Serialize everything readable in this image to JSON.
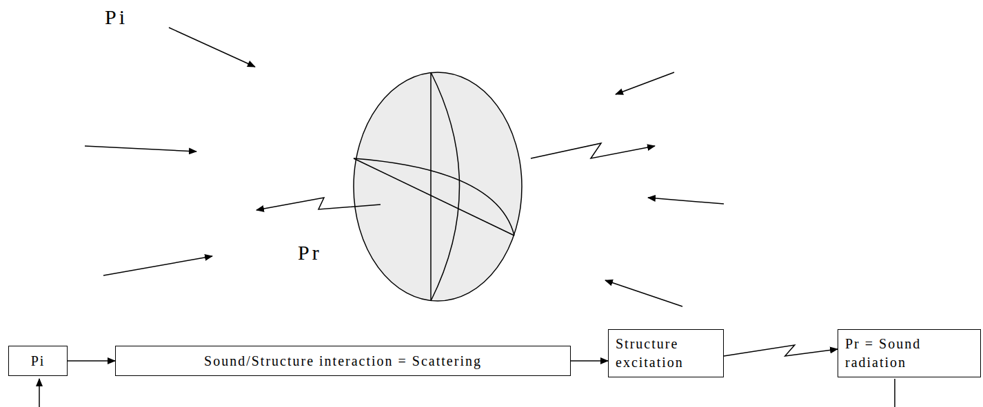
{
  "diagram": {
    "nodes": [
      {
        "text": [
          "Pi"
        ]
      },
      {
        "text": [
          "Sound/Structure interaction = Scattering"
        ]
      },
      {
        "text": [
          "Structure excitation"
        ]
      },
      {
        "text": [
          "Pr = Sound radiation"
        ]
      }
    ],
    "edges": [
      {
        "from": 0,
        "to": 1,
        "arrow": "to"
      },
      {
        "from": 1,
        "to": 2,
        "arrow": "to"
      },
      {
        "from": 2,
        "to": 3,
        "arrow": "to"
      }
    ],
    "labels": [
      "Pi",
      "Pr"
    ]
  }
}
